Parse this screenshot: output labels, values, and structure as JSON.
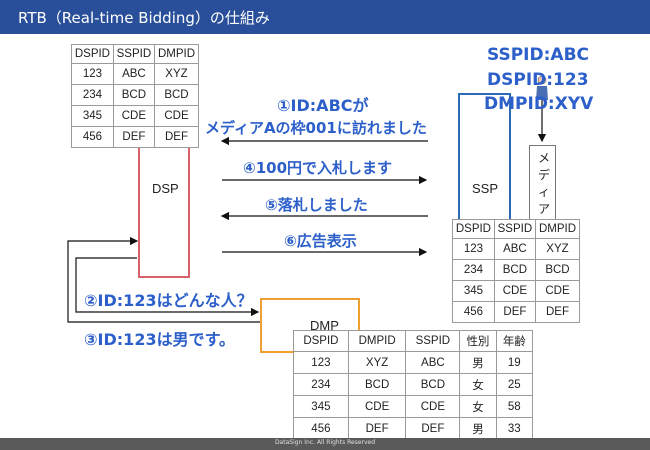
{
  "slide": {
    "title": "RTB（Real-time Bidding）の仕組み",
    "footer": "DataSign Inc. All Rights Reserved"
  },
  "dsp": {
    "label": "DSP",
    "table": {
      "headers": [
        "DSPID",
        "SSPID",
        "DMPID"
      ],
      "rows": [
        [
          "123",
          "ABC",
          "XYZ"
        ],
        [
          "234",
          "BCD",
          "BCD"
        ],
        [
          "345",
          "CDE",
          "CDE"
        ],
        [
          "456",
          "DEF",
          "DEF"
        ]
      ]
    }
  },
  "ssp": {
    "label": "SSP",
    "table": {
      "headers": [
        "DSPID",
        "SSPID",
        "DMPID"
      ],
      "rows": [
        [
          "123",
          "ABC",
          "XYZ"
        ],
        [
          "234",
          "BCD",
          "BCD"
        ],
        [
          "345",
          "CDE",
          "CDE"
        ],
        [
          "456",
          "DEF",
          "DEF"
        ]
      ]
    }
  },
  "dmp": {
    "label": "DMP",
    "table": {
      "headers": [
        "DSPID",
        "DMPID",
        "SSPID",
        "性別",
        "年齢"
      ],
      "rows": [
        [
          "123",
          "XYZ",
          "ABC",
          "男",
          "19"
        ],
        [
          "234",
          "BCD",
          "BCD",
          "女",
          "25"
        ],
        [
          "345",
          "CDE",
          "CDE",
          "女",
          "58"
        ],
        [
          "456",
          "DEF",
          "DEF",
          "男",
          "33"
        ]
      ]
    }
  },
  "media": {
    "label": "メディア"
  },
  "user": {
    "sspid": "SSPID:ABC",
    "dspid": "DSPID:123",
    "dmpid": "DMPID:XYV"
  },
  "messages": {
    "m1_line1": "①ID:ABCが",
    "m1_line2": "メディアAの枠001に訪れました",
    "m4": "④100円で入札します",
    "m5": "⑤落札しました",
    "m6": "⑥広告表示",
    "m2": "②ID:123はどんな人？",
    "m3": "③ID:123は男です。"
  },
  "colors": {
    "header": "#2a4f9a",
    "message": "#2c5fc9",
    "dsp_border": "#d9616a",
    "ssp_border": "#2a6ab8",
    "dmp_border": "#f0a030"
  }
}
